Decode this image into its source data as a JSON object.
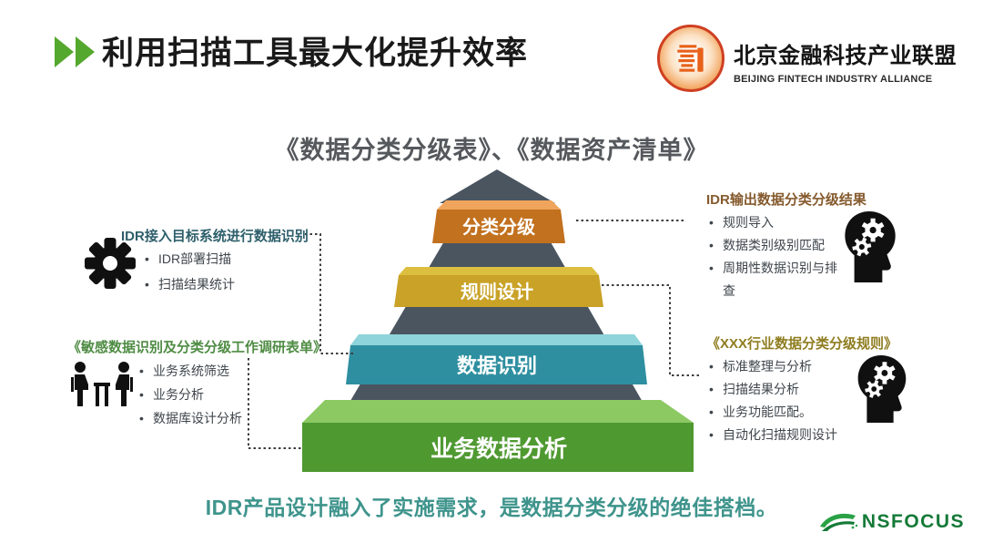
{
  "header": {
    "title": "利用扫描工具最大化提升效率"
  },
  "alliance": {
    "org_cn": "北京金融科技产业联盟",
    "org_en": "BEIJING FINTECH INDUSTRY ALLIANCE"
  },
  "subtitle": "《数据分类分级表》、《数据资产清单》",
  "pyramid": {
    "body_color": "#4a5560",
    "levels": [
      {
        "label": "分类分级",
        "front_color": "#c2711f",
        "top_color": "#f0a55d"
      },
      {
        "label": "规则设计",
        "front_color": "#c9a227",
        "top_color": "#ddbf3f"
      },
      {
        "label": "数据识别",
        "front_color": "#2e8fa0",
        "top_color": "#8ed4da"
      },
      {
        "label": "业务数据分析",
        "front_color": "#4f9931",
        "top_color": "#8cc963"
      }
    ]
  },
  "annotations": {
    "left_top": {
      "heading": "IDR接入目标系统进行数据识别",
      "heading_color": "#2e5f6b",
      "icon": "gear-icon",
      "bullets": [
        "IDR部署扫描",
        "扫描结果统计"
      ]
    },
    "left_bottom": {
      "heading": "《敏感数据识别及分类分级工作调研表单》",
      "heading_color": "#4f8c44",
      "icon": "meeting-icon",
      "bullets": [
        "业务系统筛选",
        "业务分析",
        "数据库设计分析"
      ]
    },
    "right_top": {
      "heading": "IDR输出数据分类分级结果",
      "heading_color": "#855a2d",
      "icon": "head-gears-icon",
      "bullets": [
        "规则导入",
        "数据类别级别匹配",
        "周期性数据识别与排查"
      ]
    },
    "right_bottom": {
      "heading": "《XXX行业数据分类分级规则》",
      "heading_color": "#8f7d20",
      "icon": "head-gears-icon",
      "bullets": [
        "标准整理与分析",
        "扫描结果分析",
        "业务功能匹配。",
        "自动化扫描规则设计"
      ]
    }
  },
  "footer": {
    "note": "IDR产品设计融入了实施需求，是数据分类分级的绝佳搭档。",
    "logo_text": "NSFOCUS"
  },
  "colors": {
    "accent_green": "#55a82e",
    "subtitle_gray": "#55585c",
    "connector": "#3c3c3c",
    "footer_note": "#3e948c",
    "seal_red": "#cf3f22",
    "nsfocus_green": "#157a38"
  }
}
